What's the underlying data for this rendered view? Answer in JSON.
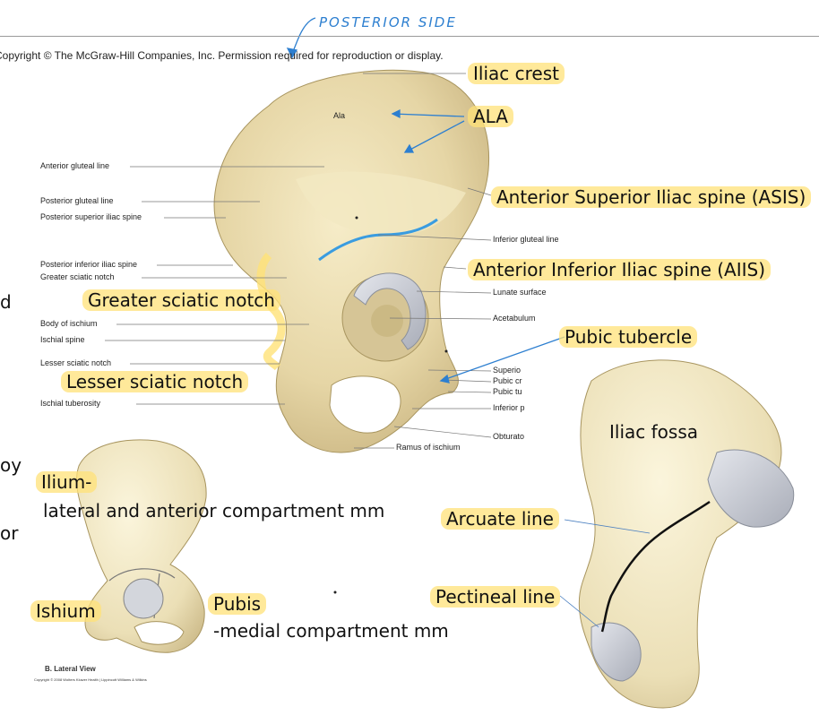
{
  "handwritten_title": "POSTERIOR SIDE",
  "copyright": "Copyright © The McGraw-Hill Companies, Inc. Permission required for reproduction or display.",
  "small_labels": {
    "ala": "Ala",
    "anterior_gluteal_line": "Anterior gluteal line",
    "posterior_gluteal_line": "Posterior gluteal line",
    "posterior_superior_iliac_spine": "Posterior superior iliac spine",
    "posterior_inferior_iliac_spine": "Posterior inferior iliac spine",
    "greater_sciatic_notch": "Greater sciatic notch",
    "body_of_ischium": "Body of ischium",
    "ischial_spine": "Ischial spine",
    "lesser_sciatic_notch": "Lesser sciatic notch",
    "ischial_tuberosity": "Ischial tuberosity",
    "inferior_gluteal_line": "Inferior gluteal line",
    "lunate_surface": "Lunate surface",
    "acetabulum": "Acetabulum",
    "superior": "Superio",
    "pubic_crest": "Pubic cr",
    "pubic_tubercle": "Pubic tu",
    "inferior_ramus": "Inferior p",
    "obturator": "Obturato",
    "ramus_of_ischium": "Ramus of ischium",
    "lateral_view": "B. Lateral View",
    "fine_print": "Copyright © 2008 Wolters Kluwer Health | Lippincott Williams & Wilkins"
  },
  "annotations": {
    "iliac_crest": "Iliac crest",
    "ala_caps": "ALA",
    "asis": "Anterior Superior Iliac spine (ASIS)",
    "aiis": "Anterior Inferior Iliac spine (AIIS)",
    "greater_sciatic_notch": "Greater sciatic notch",
    "lesser_sciatic_notch": "Lesser sciatic notch",
    "pubic_tubercle": "Pubic tubercle",
    "iliac_fossa": "Iliac fossa",
    "arcuate_line": "Arcuate line",
    "pectineal_line": "Pectineal line",
    "ilium": "Ilium-",
    "ilium_desc": "lateral and anterior compartment mm",
    "ishium": "Ishium",
    "pubis": "Pubis",
    "pubis_desc": "-medial compartment mm"
  },
  "left_edge_fragments": [
    "d",
    "oy",
    "or"
  ],
  "colors": {
    "highlight": "#ffe278",
    "bone": "#e9dcb4",
    "bone_shade": "#c9b98c",
    "arrow_blue": "#2d7fd0",
    "gluteal_line": "#3a9ce0",
    "cartilage": "#c6c9d2"
  }
}
